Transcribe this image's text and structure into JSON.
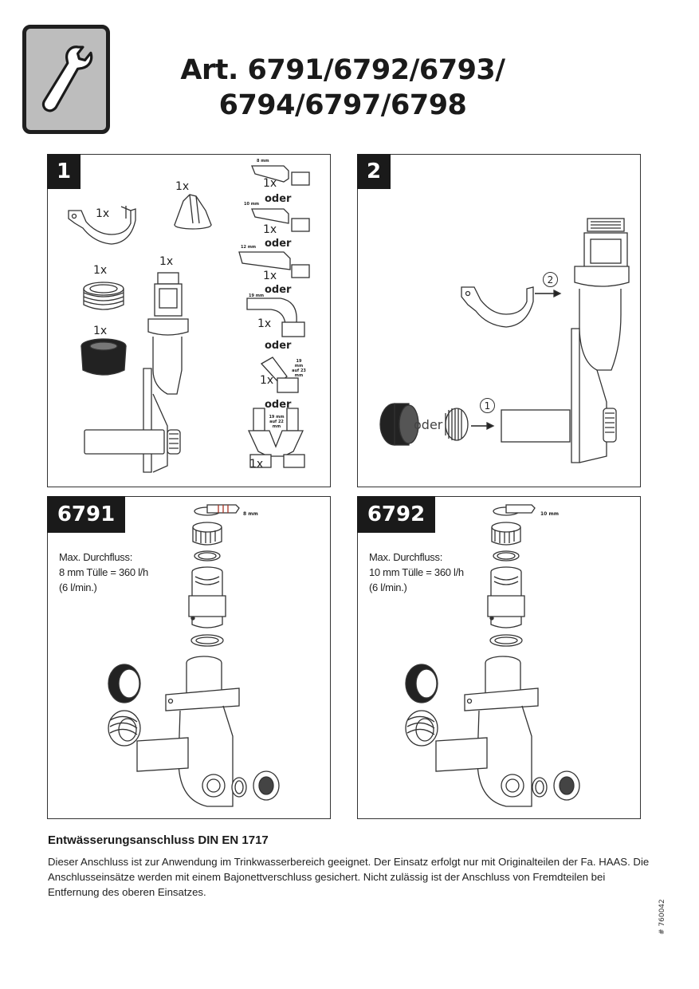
{
  "header": {
    "title_line1": "Art. 6791/6792/6793/",
    "title_line2": "6794/6797/6798"
  },
  "icon": {
    "name": "wrench-icon"
  },
  "panel1": {
    "badge": "1",
    "qty": "1x",
    "oder": "oder",
    "labels_mm": [
      "8 mm",
      "10 mm",
      "12 mm",
      "19 mm",
      "19 mm auf 23 mm",
      "19 mm auf 22 mm"
    ]
  },
  "panel2": {
    "badge": "2",
    "step1": "1",
    "step2": "2",
    "oder": "oder"
  },
  "panel6791": {
    "badge": "6791",
    "flow_l1": "Max. Durchfluss:",
    "flow_l2": "8 mm Tülle = 360 l/h",
    "flow_l3": "(6 l/min.)",
    "hose": "8 mm"
  },
  "panel6792": {
    "badge": "6792",
    "flow_l1": "Max. Durchfluss:",
    "flow_l2": "10 mm Tülle = 360 l/h",
    "flow_l3": "(6 l/min.)",
    "hose": "10 mm"
  },
  "footer": {
    "heading": "Entwässerungsanschluss DIN EN 1717",
    "text": "Dieser Anschluss ist zur Anwendung im Trinkwasserbereich geeignet. Der Einsatz erfolgt nur mit Originalteilen der Fa. HAAS. Die Anschlusseinsätze werden mit einem Bajonettverschluss gesichert. Nicht zulässig ist der Anschluss von Fremdteilen bei Entfernung des oberen Einsatzes.",
    "article_number": "# 760042"
  }
}
